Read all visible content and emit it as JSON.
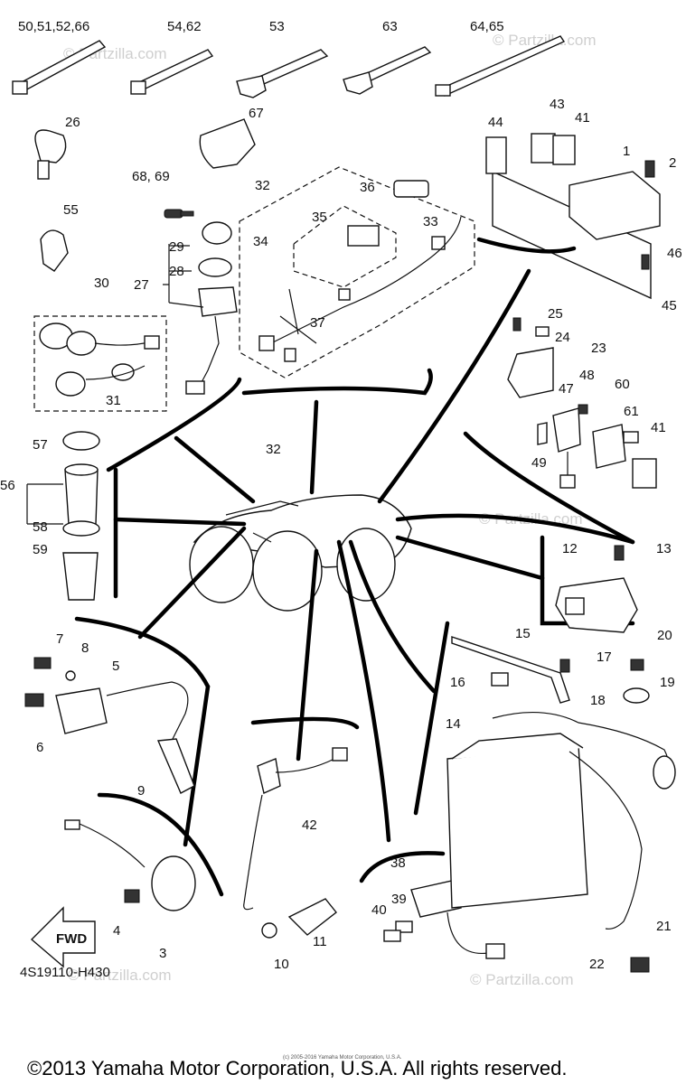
{
  "diagram": {
    "drawing_code": "4S19110-H430",
    "fwd_label": "FWD",
    "watermark": "© Partzilla.com",
    "tiny_notice": "(c) 2005-2016 Yamaha Motor Corporation, U.S.A.",
    "copyright": "©2013 Yamaha Motor Corporation, U.S.A. All rights reserved.",
    "callouts": {
      "c50": "50,51,52,66",
      "c54": "54,62",
      "c53": "53",
      "c63": "63",
      "c64": "64,65",
      "c26": "26",
      "c67": "67",
      "c44": "44",
      "c43": "43",
      "c41a": "41",
      "c1": "1",
      "c2": "2",
      "c68": "68, 69",
      "c32a": "32",
      "c36": "36",
      "c35": "35",
      "c34": "34",
      "c33": "33",
      "c55": "55",
      "c29": "29",
      "c28": "28",
      "c27": "27",
      "c46": "46",
      "c45": "45",
      "c30": "30",
      "c37": "37",
      "c25": "25",
      "c24": "24",
      "c23": "23",
      "c31": "31",
      "c48": "48",
      "c47": "47",
      "c60": "60",
      "c61": "61",
      "c41b": "41",
      "c49": "49",
      "c57": "57",
      "c32b": "32",
      "c56": "56",
      "c58": "58",
      "c59": "59",
      "c12": "12",
      "c13": "13",
      "c7": "7",
      "c8": "8",
      "c5": "5",
      "c6": "6",
      "c15": "15",
      "c17": "17",
      "c20": "20",
      "c16": "16",
      "c18": "18",
      "c19": "19",
      "c14": "14",
      "c9": "9",
      "c42": "42",
      "c4": "4",
      "c3": "3",
      "c38": "38",
      "c39": "39",
      "c40": "40",
      "c11": "11",
      "c10": "10",
      "c21": "21",
      "c22": "22"
    }
  }
}
